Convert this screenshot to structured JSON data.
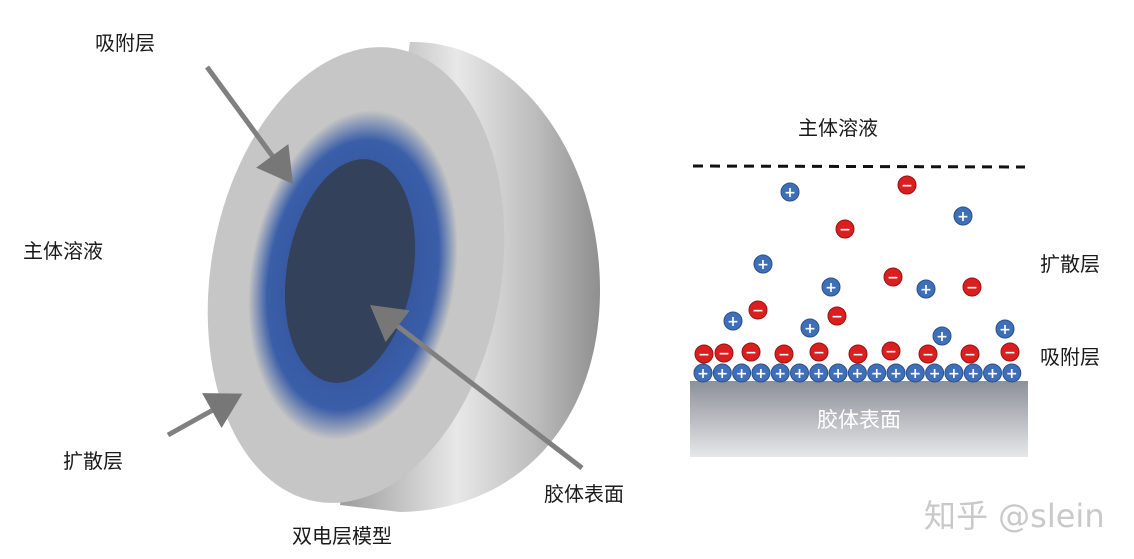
{
  "left_diagram": {
    "label_adsorption": "吸附层",
    "label_bulk": "主体溶液",
    "label_diffuse": "扩散层",
    "label_colloid": "胶体表面",
    "caption": "双电层模型"
  },
  "right_diagram": {
    "label_bulk": "主体溶液",
    "label_diffuse": "扩散层",
    "label_adsorption": "吸附层",
    "label_surface": "胶体表面",
    "plus_sign": "+",
    "minus_sign": "−"
  },
  "watermark": "知乎 @slein",
  "colors": {
    "positive_ion": "#3f6fb7",
    "negative_ion": "#d91f1f",
    "core": "#34415a",
    "blue_ring": "#3557a0",
    "outer_ring": "#c4c4c4",
    "surface": "#9a9ea6"
  }
}
